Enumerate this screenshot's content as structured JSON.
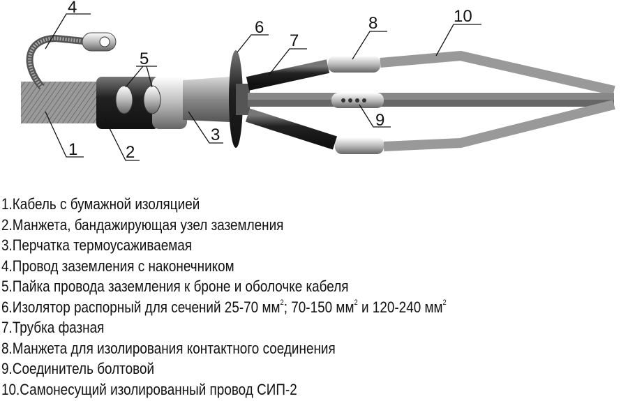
{
  "diagram": {
    "callouts": [
      "1",
      "2",
      "3",
      "4",
      "5",
      "6",
      "7",
      "8",
      "9",
      "10"
    ]
  },
  "legend": {
    "items": [
      {
        "text": "1.Кабель с бумажной изоляцией"
      },
      {
        "text": "2.Манжета, бандажирующая узел заземления"
      },
      {
        "text": "3.Перчатка термоусаживаемая"
      },
      {
        "text": "4.Провод заземления с наконечником"
      },
      {
        "text": "5.Пайка провода заземления к броне и оболочке кабеля"
      },
      {
        "text": "6.Изолятор распорный для сечений 25-70 мм",
        "sup": "2",
        "text2": "; 70-150 мм",
        "sup2": "2",
        "text3": " и 120-240 мм",
        "sup3": "2"
      },
      {
        "text": "7.Трубка фазная"
      },
      {
        "text": "8.Манжета для изолирования контактного соединения"
      },
      {
        "text": "9.Соединитель болтовой"
      },
      {
        "text": "10.Самонесущий изолированный провод СИП-2"
      }
    ]
  }
}
